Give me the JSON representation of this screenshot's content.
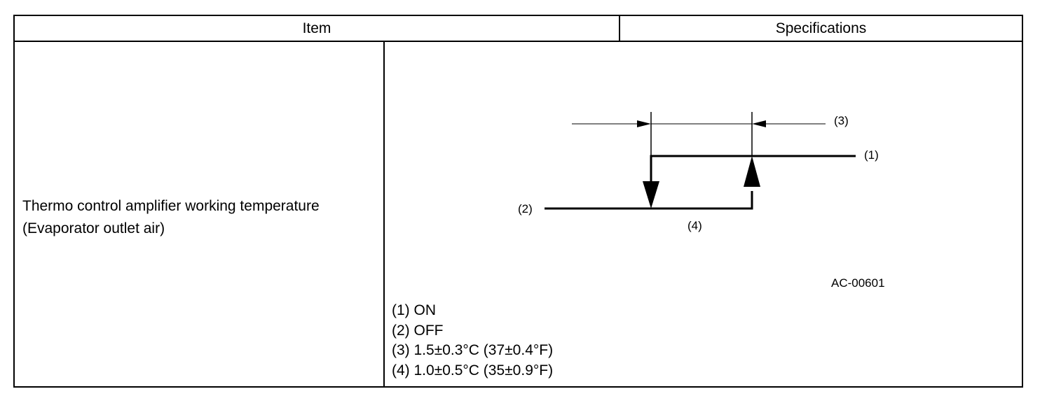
{
  "table": {
    "headers": {
      "item": "Item",
      "specifications": "Specifications"
    },
    "row": {
      "item_line1": "Thermo control amplifier working temperature",
      "item_line2": "(Evaporator outlet air)"
    }
  },
  "diagram": {
    "label_on": "(1)",
    "label_off": "(2)",
    "label_width": "(3)",
    "label_diff": "(4)",
    "figure_code": "AC-00601"
  },
  "legend": [
    "(1) ON",
    "(2) OFF",
    "(3) 1.5±0.3°C (37±0.4°F)",
    "(4) 1.0±0.5°C (35±0.9°F)"
  ]
}
